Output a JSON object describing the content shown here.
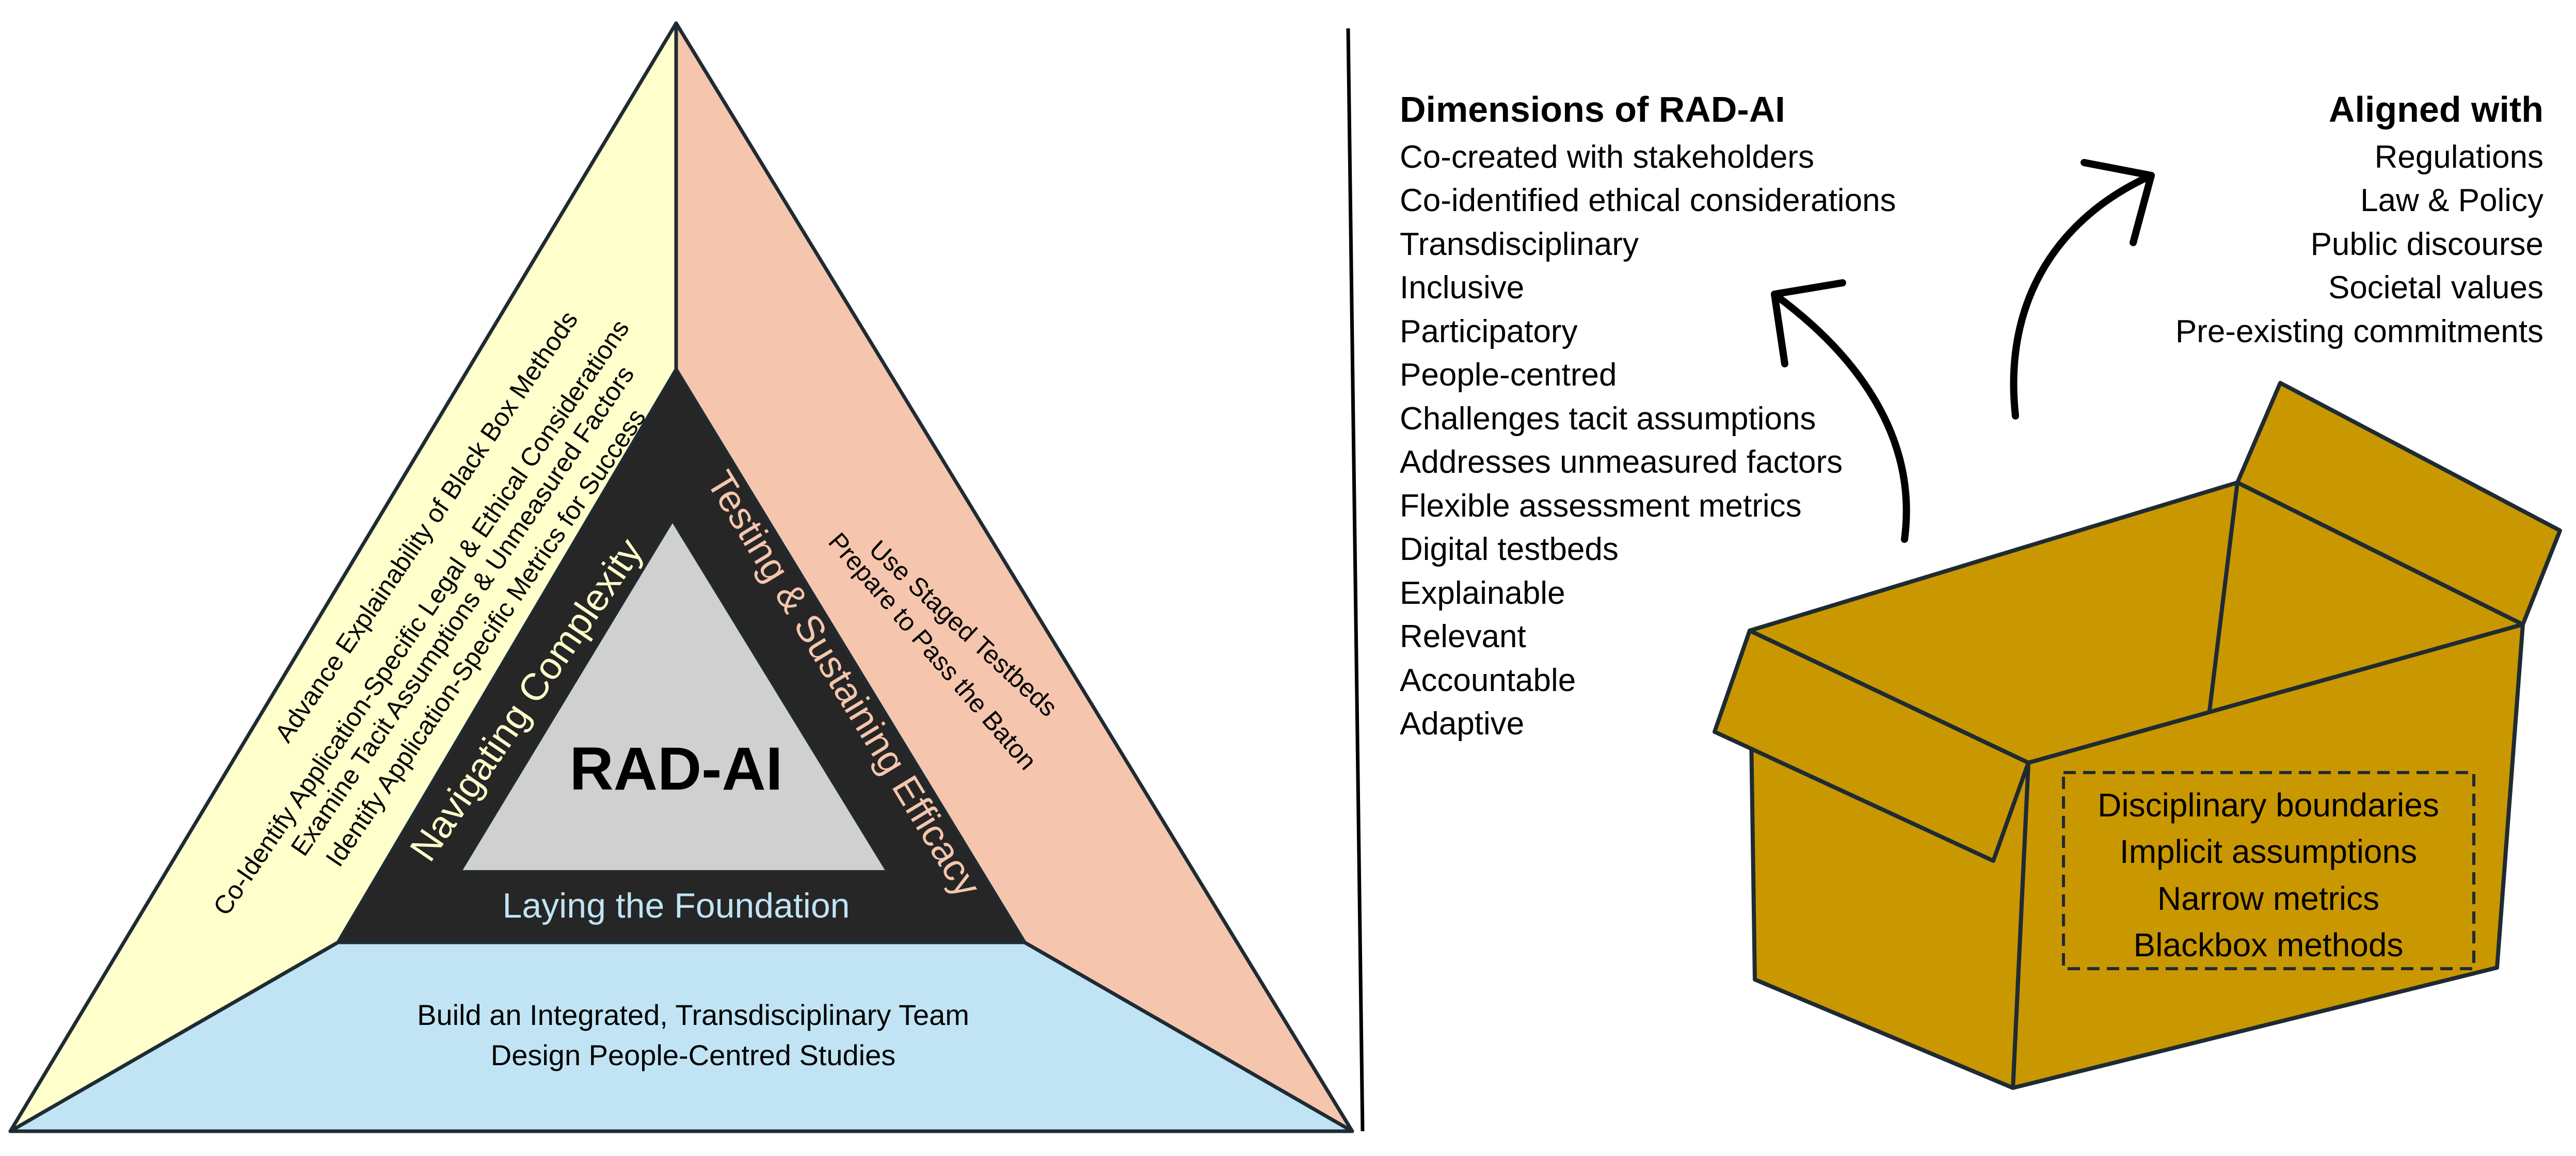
{
  "colors": {
    "yellow": "#FFFFCC",
    "salmon": "#F5C6AD",
    "blue": "#C0E4F4",
    "dark": "#262626",
    "inner_grey": "#D0D0D0",
    "salmon_text": "#F5C6AD",
    "blue_text": "#C0E4F4",
    "box_gold": "#C99700",
    "outline": "#1E2B33",
    "text": "#000000"
  },
  "triangle": {
    "center_title": "RAD-AI",
    "band_left": "Navigating Complexity",
    "band_right": "Testing & Sustaining Efficacy",
    "band_bottom": "Laying the Foundation",
    "left_items": [
      "Advance Explainability of Black Box Methods",
      "Co-Identify Application-Specific Legal & Ethical Considerations",
      "Examine Tacit Assumptions & Unmeasured Factors",
      "Identify Application-Specific Metrics for Success"
    ],
    "right_items": [
      "Use Staged Testbeds",
      "Prepare to Pass the Baton"
    ],
    "bottom_items": [
      "Build an Integrated, Transdisciplinary Team",
      "Design People-Centred Studies"
    ]
  },
  "dimensions": {
    "title": "Dimensions of RAD-AI",
    "items": [
      "Co-created with stakeholders",
      "Co-identified ethical considerations",
      "Transdisciplinary",
      "Inclusive",
      "Participatory",
      "People-centred",
      "Challenges tacit assumptions",
      "Addresses unmeasured factors",
      "Flexible assessment  metrics",
      "Digital testbeds",
      "Explainable",
      "Relevant",
      "Accountable",
      "Adaptive"
    ]
  },
  "aligned": {
    "title": "Aligned with",
    "items": [
      "Regulations",
      "Law & Policy",
      "Public discourse",
      "Societal values",
      "Pre-existing commitments"
    ]
  },
  "box_items": [
    "Disciplinary boundaries",
    "Implicit assumptions",
    "Narrow metrics",
    "Blackbox methods"
  ]
}
